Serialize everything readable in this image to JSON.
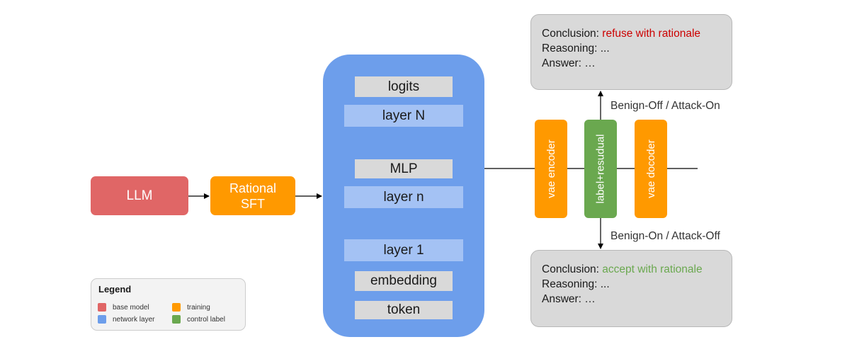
{
  "llm": {
    "label": "LLM",
    "color": "#e06666"
  },
  "sft": {
    "line1": "Rational",
    "line2": "SFT",
    "color": "#ff9900"
  },
  "network": {
    "color": "#6d9eeb",
    "layers": {
      "logits": "logits",
      "layer_N": "layer N",
      "mlp": "MLP",
      "layer_n": "layer n",
      "layer_1": "layer 1",
      "embedding": "embedding",
      "token": "token"
    }
  },
  "vae_encoder": {
    "label": "vae encoder",
    "color": "#ff9900"
  },
  "control": {
    "label": "label+resudual",
    "color": "#6aa84f"
  },
  "vae_decoder": {
    "label": "vae docoder",
    "color": "#ff9900"
  },
  "edges": {
    "up_label": "Benign-Off / Attack-On",
    "down_label": "Benign-On / Attack-Off"
  },
  "output_top": {
    "conclusion_prefix": "Conclusion: ",
    "conclusion_value": "refuse with rationale",
    "conclusion_color": "#cc0000",
    "reasoning": "Reasoning: ...",
    "answer": "Answer: …"
  },
  "output_bottom": {
    "conclusion_prefix": "Conclusion: ",
    "conclusion_value": "accept with rationale",
    "conclusion_color": "#6aa84f",
    "reasoning": "Reasoning: ...",
    "answer": "Answer: …"
  },
  "legend": {
    "title": "Legend",
    "items": [
      {
        "label": "base model",
        "color": "#e06666"
      },
      {
        "label": "training",
        "color": "#ff9900"
      },
      {
        "label": "network layer",
        "color": "#6d9eeb"
      },
      {
        "label": "control label",
        "color": "#6aa84f"
      }
    ]
  }
}
